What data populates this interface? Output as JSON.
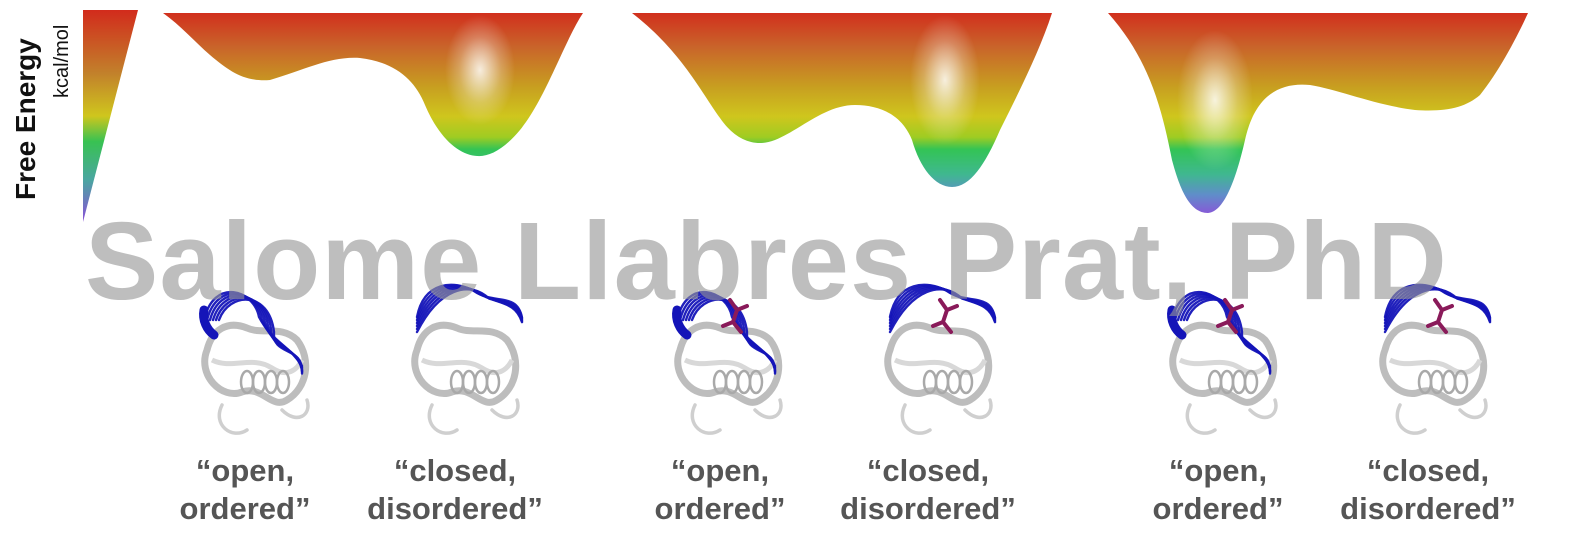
{
  "axis": {
    "title": "Free Energy",
    "unit": "kcal/mol"
  },
  "watermark": "Salome Llabres Prat, PhD",
  "colors": {
    "high_energy": "#d22b1c",
    "mid_energy": "#d8c51a",
    "low_energy": "#34c255",
    "lowest_energy": "#7a4fd6",
    "loop_blue": "#1414b8",
    "ligand": "#8a1a5a",
    "label_gray": "#555555"
  },
  "panels": [
    {
      "open_label": [
        "“open,",
        "ordered”"
      ],
      "closed_label": [
        "“closed,",
        "disordered”"
      ],
      "ligand": false
    },
    {
      "open_label": [
        "“open,",
        "ordered”"
      ],
      "closed_label": [
        "“closed,",
        "disordered”"
      ],
      "ligand": true
    },
    {
      "open_label": [
        "“open,",
        "ordered”"
      ],
      "closed_label": [
        "“closed,",
        "disordered”"
      ],
      "ligand": true
    }
  ]
}
